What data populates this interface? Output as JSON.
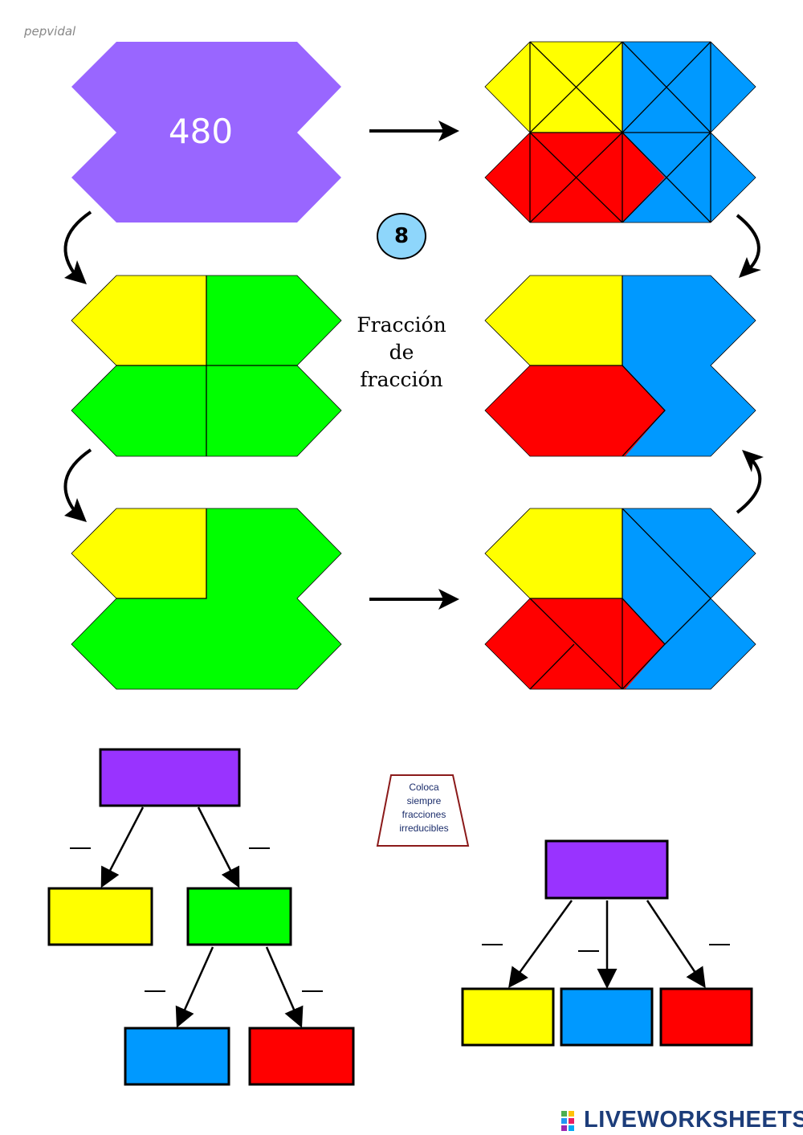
{
  "author": "pepvidal",
  "total_number": "480",
  "badge_number": "8",
  "title": [
    "Fracción",
    "de",
    "fracción"
  ],
  "note": [
    "Coloca",
    "siempre",
    "fracciones",
    "irreducibles"
  ],
  "brand": "LIVEWORKSHEETS",
  "colors": {
    "purple": "#9966ff",
    "tree_purple": "#9933ff",
    "yellow": "#ffff00",
    "green": "#00ff00",
    "blue": "#0099ff",
    "red": "#ff0000",
    "badge": "#8ed6fb"
  },
  "icons": [
    "curved-arrow-icon",
    "straight-arrow-icon",
    "liveworksheets-logo-icon"
  ]
}
